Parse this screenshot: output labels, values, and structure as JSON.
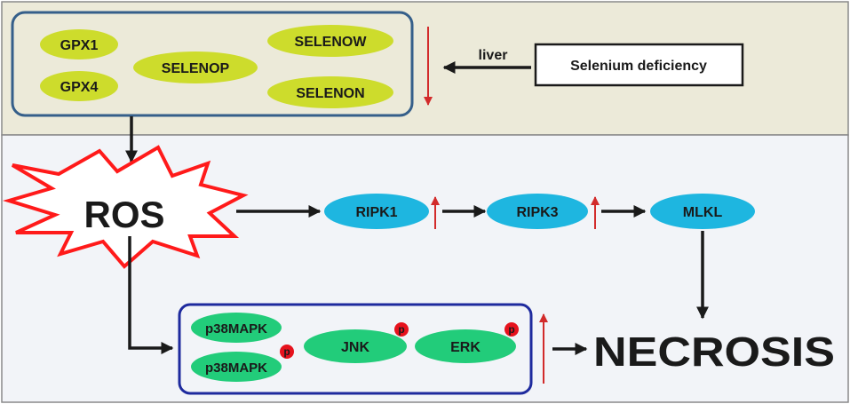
{
  "colors": {
    "top_panel_bg": "#ecead9",
    "bottom_panel_bg": "#f2f4f8",
    "panel_border": "#8a8a8a",
    "box_border_top": "#355f8a",
    "box_border_mapk": "#1e2a9e",
    "selenoprotein_fill": "#cddc2c",
    "necroptosis_fill": "#1eb6e0",
    "mapk_fill": "#22cc7a",
    "phospho_fill": "#e6121d",
    "arrow_dark": "#1a1a1a",
    "arrow_red": "#d22b2b",
    "ros_burst_outline": "#ff1a1a"
  },
  "selenoproteins": {
    "gpx1": "GPX1",
    "gpx4": "GPX4",
    "selenop": "SELENOP",
    "selenow": "SELENOW",
    "selenon": "SELENON"
  },
  "liver_label": "liver",
  "selenium_deficiency": "Selenium deficiency",
  "ros": "ROS",
  "necroptosis": {
    "ripk1": "RIPK1",
    "ripk3": "RIPK3",
    "mlkl": "MLKL"
  },
  "mapk": {
    "p38_upper": "p38MAPK",
    "p38_lower": "p38MAPK",
    "jnk": "JNK",
    "erk": "ERK",
    "phospho": "p"
  },
  "necrosis": "NECROSIS"
}
